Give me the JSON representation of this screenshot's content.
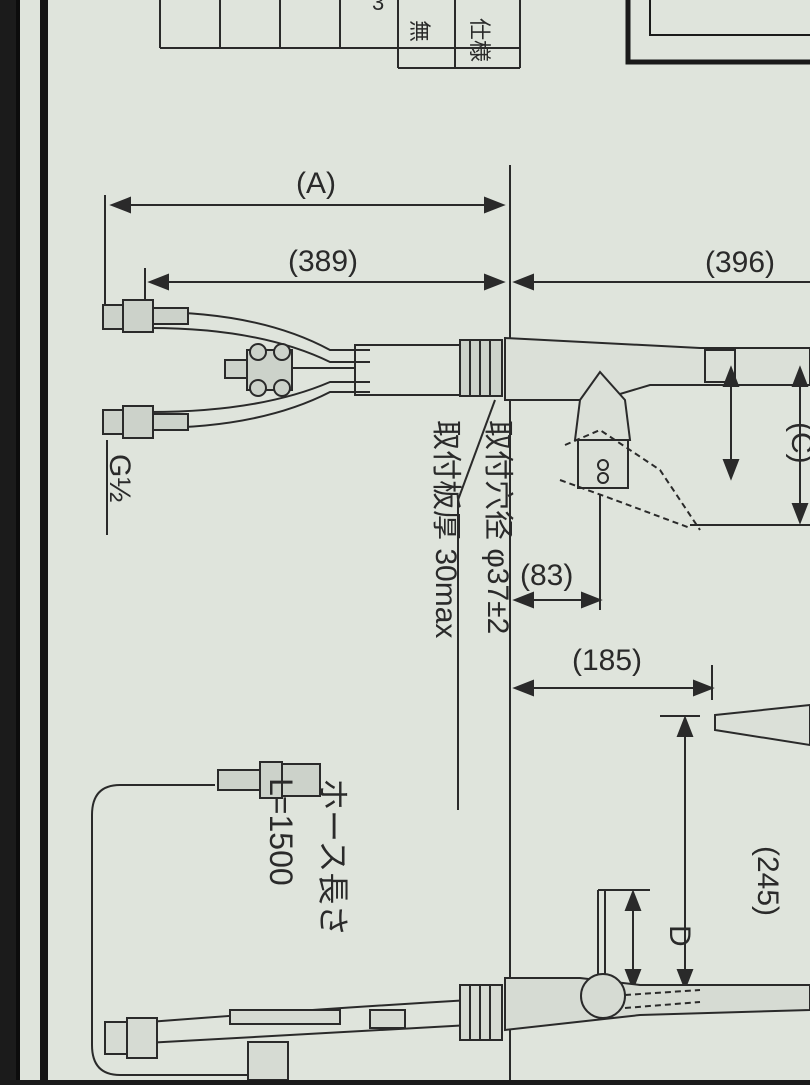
{
  "table_fragment": {
    "row1": [
      "",
      "",
      "",
      "",
      "3",
      "仕様"
    ],
    "row2": [
      "",
      "",
      "",
      "",
      "無",
      ""
    ]
  },
  "dimensions": {
    "A": "(A)",
    "d389": "(389)",
    "d396": "(396)",
    "C": "(C)",
    "d83": "(83)",
    "d185": "(185)",
    "d245": "(245)",
    "D": "D"
  },
  "thread_label": "G½",
  "mounting_notes": {
    "hole_diameter": "取付穴径 φ37±2",
    "plate_thickness": "取付板厚 30max"
  },
  "hose_note": {
    "title": "ホース長さ",
    "length": "L=1500"
  },
  "colors": {
    "paper": "#dfe4dc",
    "ink": "#2a2a2a",
    "frame": "#111111"
  }
}
